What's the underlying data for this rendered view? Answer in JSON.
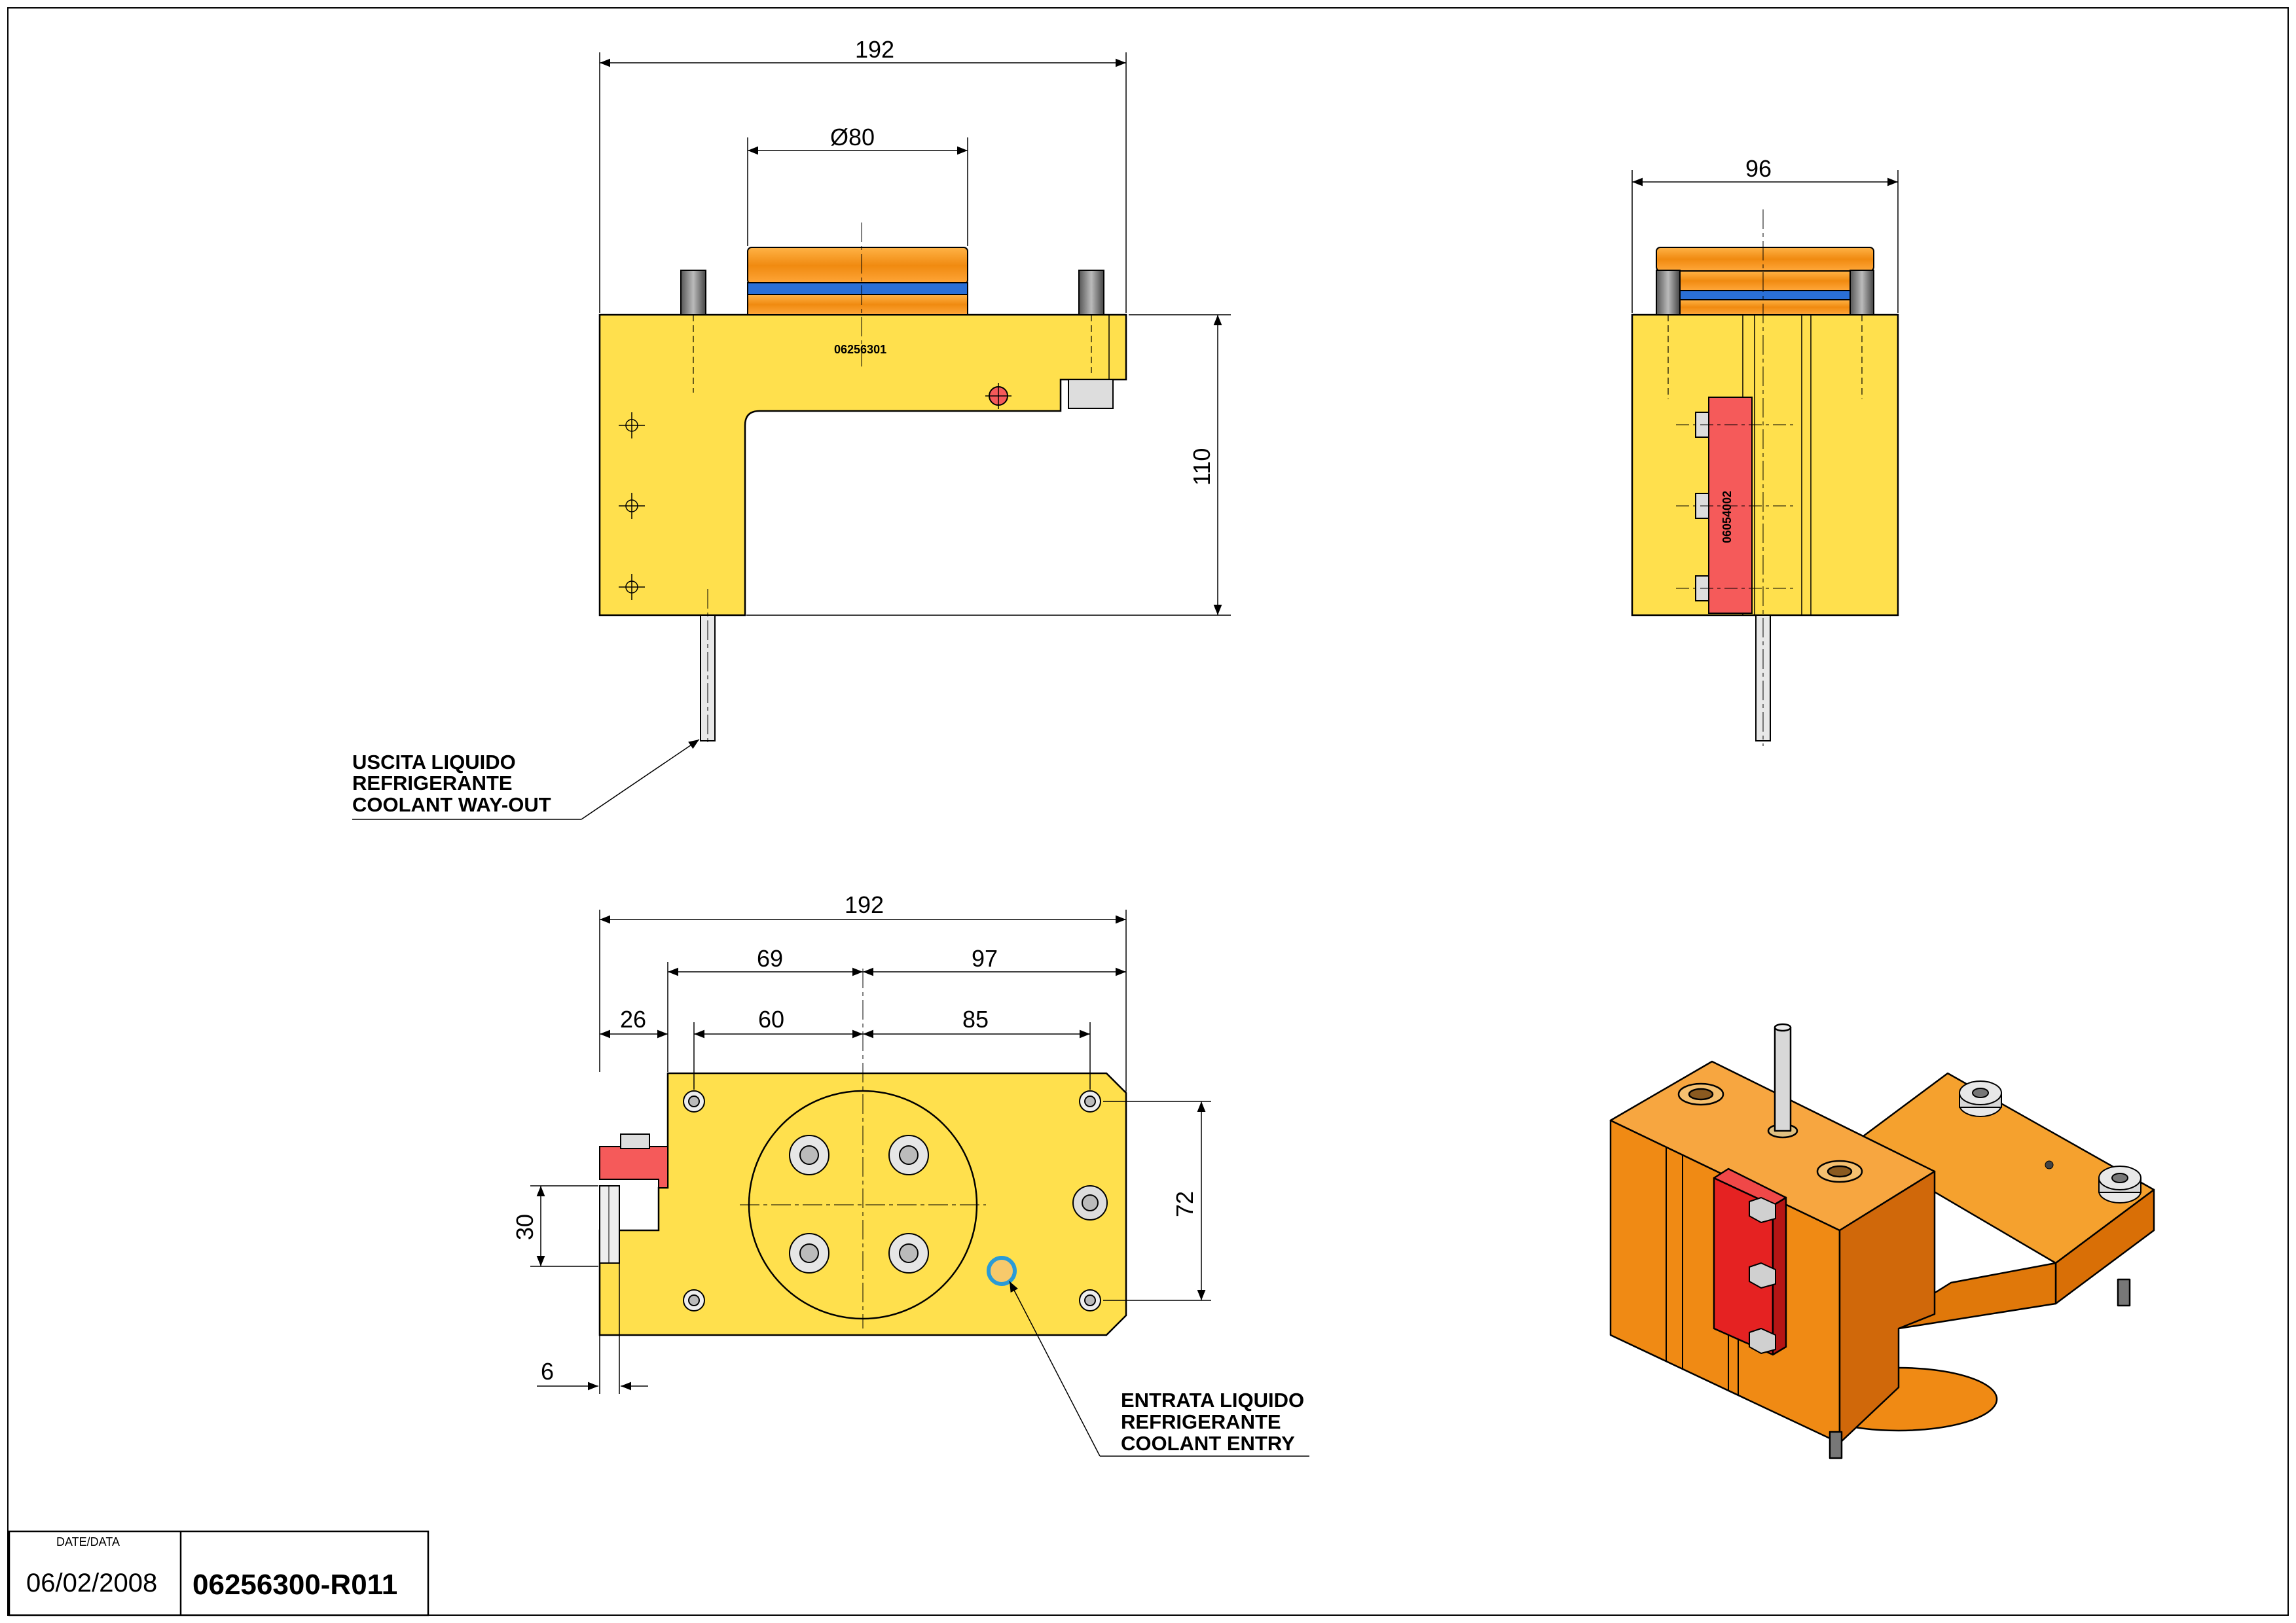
{
  "front_view": {
    "dim_overall_width": "192",
    "dim_flange_diameter": "Ø80",
    "dim_height": "110",
    "part_number": "06256301"
  },
  "side_view": {
    "dim_width": "96",
    "part_number": "06054002"
  },
  "top_view": {
    "dim_overall_width": "192",
    "dim_left_to_center": "69",
    "dim_center_to_right": "97",
    "dim_edge_offset": "26",
    "dim_hole_left": "60",
    "dim_hole_right": "85",
    "dim_hole_spacing": "72",
    "dim_clamp_height": "30",
    "dim_clamp_offset": "6"
  },
  "notes": {
    "coolant_out": [
      "USCITA LIQUIDO",
      "REFRIGERANTE",
      "COOLANT WAY-OUT"
    ],
    "coolant_in": [
      "ENTRATA LIQUIDO",
      "REFRIGERANTE",
      "COOLANT ENTRY"
    ]
  },
  "title_block": {
    "date_label": "DATE/DATA",
    "date_value": "06/02/2008",
    "drawing_code": "06256300-R011"
  },
  "colors": {
    "body_yellow": "#FFE04D",
    "flange_orange": "#F59A20",
    "seal_blue": "#2A6FD6",
    "clamp_red": "#F55A5A",
    "iso_orange": "#F08A14",
    "iso_red": "#E52222"
  }
}
